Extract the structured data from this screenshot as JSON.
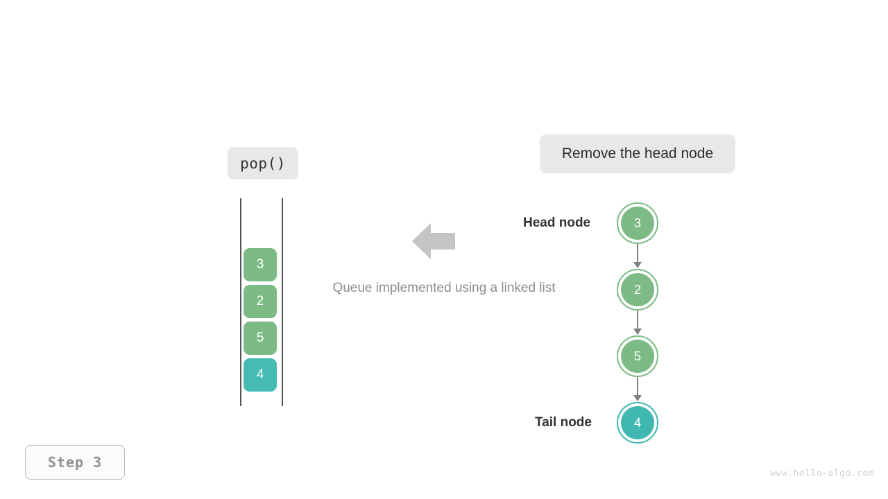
{
  "figure": {
    "operation_badge": "pop()",
    "action_badge": "Remove the head node",
    "caption": "Queue implemented using a linked list",
    "step_badge": "Step 3",
    "watermark": "www.hello-algo.com",
    "arrow_icon": "left-arrow-icon"
  },
  "colors": {
    "green": "#7cbb86",
    "teal": "#45bbb4",
    "teal_node": "#3fb8b2",
    "badge_bg": "#e8e8e8",
    "connector": "#808080",
    "rail": "#555555",
    "arrow": "#c4c4c4",
    "caption_text": "#8d8d8d",
    "label_text": "#333333",
    "step_text": "#909090",
    "watermark_text": "#cfcfcf"
  },
  "queue": {
    "items": [
      {
        "value": "3",
        "color": "green"
      },
      {
        "value": "2",
        "color": "green"
      },
      {
        "value": "5",
        "color": "green"
      },
      {
        "value": "4",
        "color": "teal"
      }
    ]
  },
  "linked_list": {
    "head_label": "Head node",
    "tail_label": "Tail node",
    "nodes": [
      {
        "value": "3",
        "color": "green"
      },
      {
        "value": "2",
        "color": "green"
      },
      {
        "value": "5",
        "color": "green"
      },
      {
        "value": "4",
        "color": "teal"
      }
    ]
  }
}
